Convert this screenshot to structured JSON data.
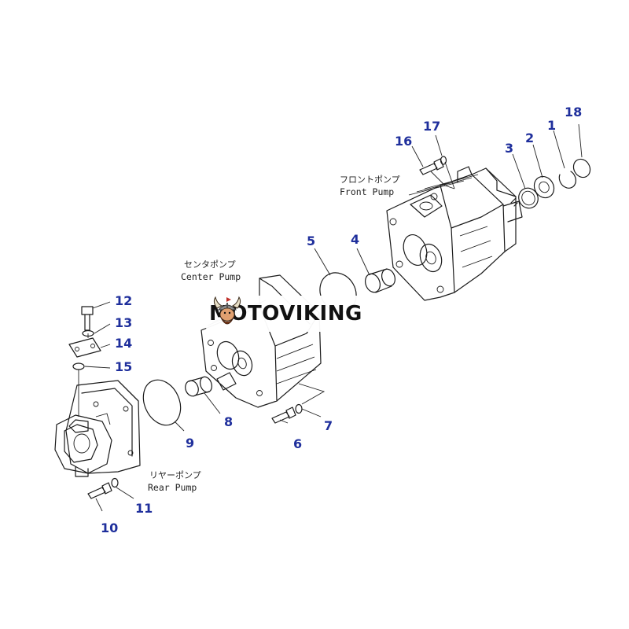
{
  "watermark": {
    "brand": "MOTOVIKING"
  },
  "assemblies": {
    "front_pump": {
      "label_jp": "フロントポンプ",
      "label_en": "Front Pump"
    },
    "center_pump": {
      "label_jp": "センタポンプ",
      "label_en": "Center Pump"
    },
    "rear_pump": {
      "label_jp": "リヤーポンプ",
      "label_en": "Rear Pump"
    }
  },
  "callouts": [
    "1",
    "2",
    "3",
    "4",
    "5",
    "6",
    "7",
    "8",
    "9",
    "10",
    "11",
    "12",
    "13",
    "14",
    "15",
    "16",
    "17",
    "18"
  ],
  "colors": {
    "callout": "#1f2f9c",
    "line": "#1a1a1a"
  }
}
